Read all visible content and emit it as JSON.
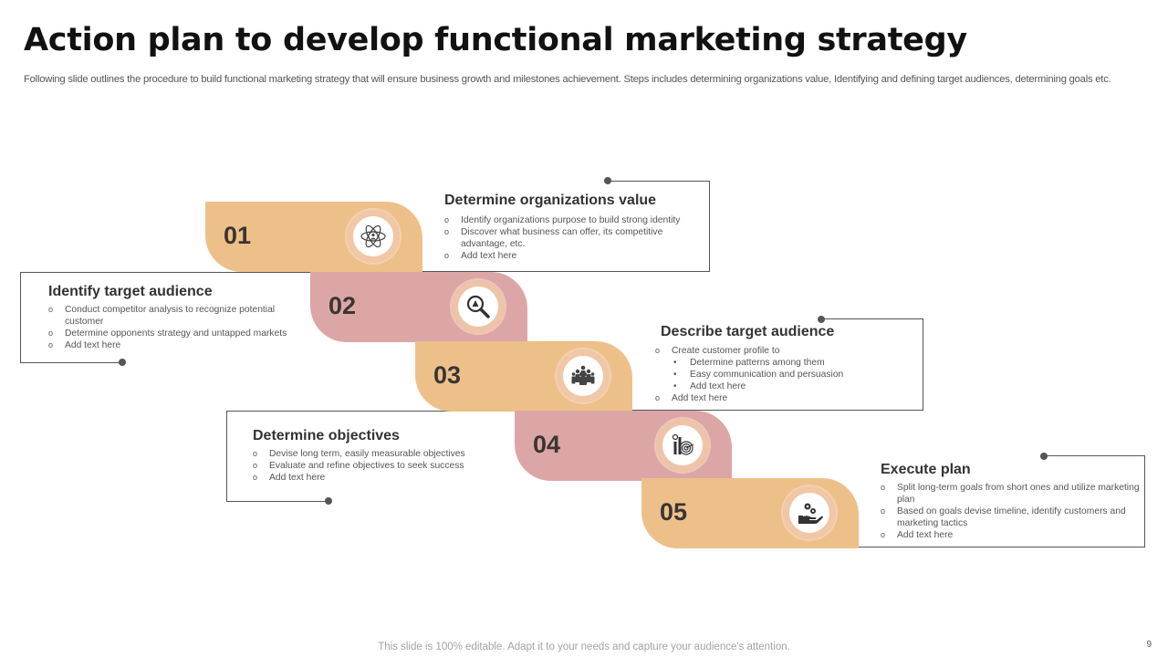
{
  "slide": {
    "title": "Action plan to develop functional marketing strategy",
    "subtitle": "Following slide outlines the procedure to build functional marketing strategy that will ensure business growth and milestones achievement. Steps includes determining organizations value, Identifying and defining target audiences, determining goals etc.",
    "footer": "This slide is 100% editable. Adapt it to your needs and capture your audience's attention.",
    "page_number": "9"
  },
  "colors": {
    "orange": "#EDC08A",
    "pink": "#DCA6A7",
    "dark_text": "#333333",
    "border": "#555555"
  },
  "steps": [
    {
      "number": "01",
      "color": "orange",
      "icon": "atom-person-icon",
      "title": "Determine organizations value",
      "bullets": [
        {
          "text": "Identify organizations purpose to build strong identity",
          "level": 1
        },
        {
          "text": "Discover what business can offer, its competitive advantage, etc.",
          "level": 1
        },
        {
          "text": "Add text here",
          "level": 1
        }
      ]
    },
    {
      "number": "02",
      "color": "pink",
      "icon": "magnifier-warning-icon",
      "title": "Identify target audience",
      "bullets": [
        {
          "text": "Conduct competitor analysis to recognize potential customer",
          "level": 1
        },
        {
          "text": "Determine opponents strategy and untapped markets",
          "level": 1
        },
        {
          "text": "Add text here",
          "level": 1
        }
      ]
    },
    {
      "number": "03",
      "color": "orange",
      "icon": "people-group-icon",
      "title": "Describe target audience",
      "bullets": [
        {
          "text": "Create customer profile to",
          "level": 1
        },
        {
          "text": "Determine patterns among them",
          "level": 2
        },
        {
          "text": "Easy communication and persuasion",
          "level": 2
        },
        {
          "text": "Add text here",
          "level": 2
        },
        {
          "text": "Add text here",
          "level": 1
        }
      ]
    },
    {
      "number": "04",
      "color": "pink",
      "icon": "target-chart-icon",
      "title": "Determine objectives",
      "bullets": [
        {
          "text": "Devise long term, easily measurable objectives",
          "level": 1
        },
        {
          "text": "Evaluate and refine objectives to seek success",
          "level": 1
        },
        {
          "text": "Add text here",
          "level": 1
        }
      ]
    },
    {
      "number": "05",
      "color": "orange",
      "icon": "hand-gears-icon",
      "title": "Execute plan",
      "bullets": [
        {
          "text": "Split long-term goals from short ones and utilize marketing plan",
          "level": 1
        },
        {
          "text": "Based on goals devise timeline, identify customers and marketing tactics",
          "level": 1
        },
        {
          "text": "Add text here",
          "level": 1
        }
      ]
    }
  ]
}
